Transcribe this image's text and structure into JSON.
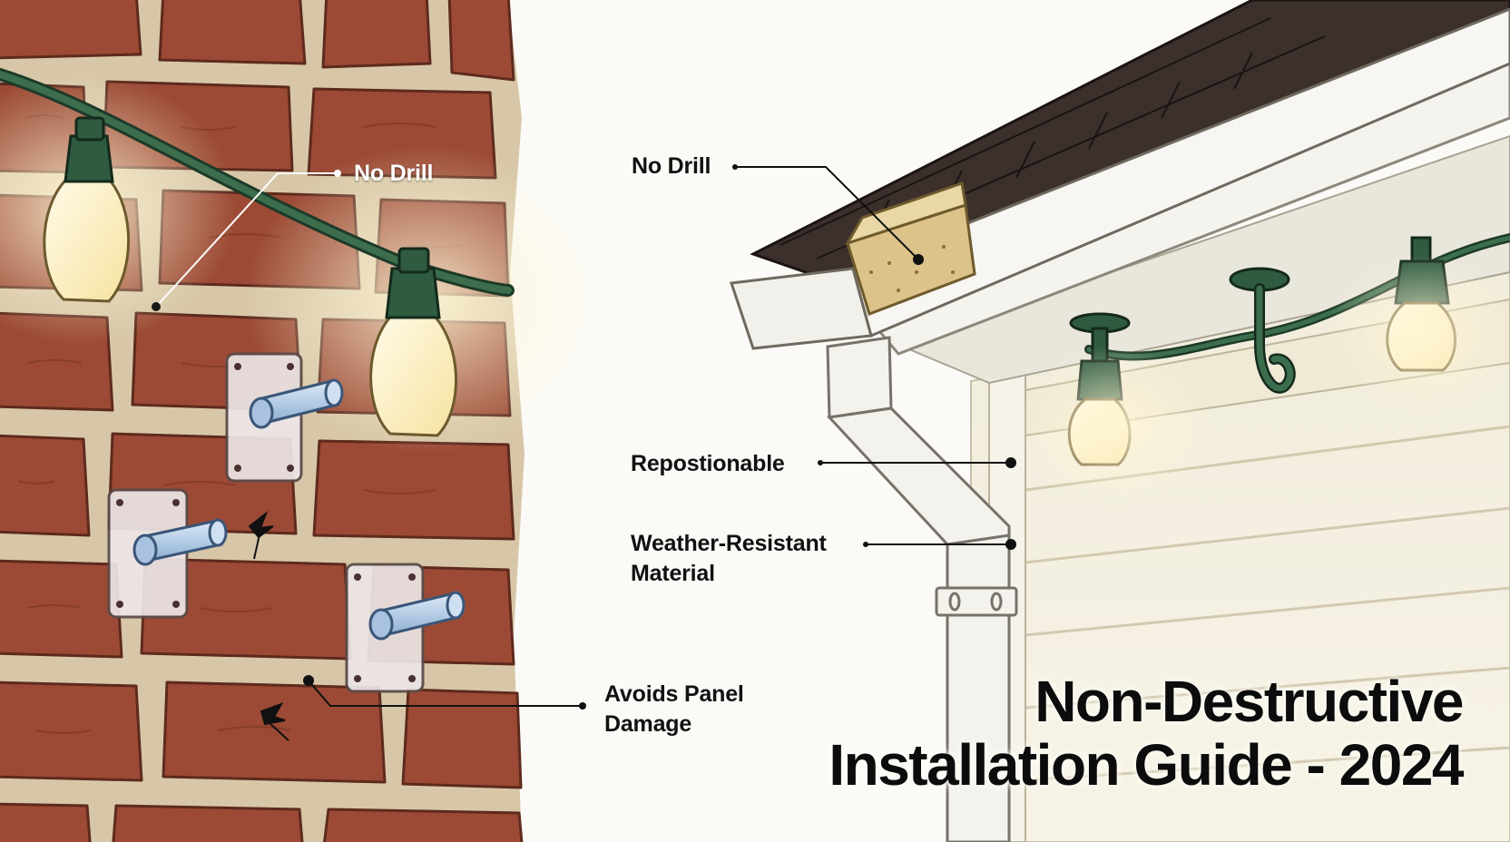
{
  "title": {
    "line1": "Non-Destructive",
    "line2": "Installation Guide - 2024"
  },
  "callouts": {
    "no_drill_brick": "No Drill",
    "no_drill_roof": "No Drill",
    "repositionable": "Repostionable",
    "weather_line1": "Weather-Resistant",
    "weather_line2": "Material",
    "avoids_line1": "Avoids Panel",
    "avoids_line2": "Damage"
  },
  "colors": {
    "brick": "#9c4a35",
    "mortar": "#d7c7a8",
    "cord": "#2f5b40",
    "bulb_glow": "#fff3c8",
    "siding": "#f3efe0",
    "roof": "#3c302c",
    "title": "#0c0c0c"
  }
}
